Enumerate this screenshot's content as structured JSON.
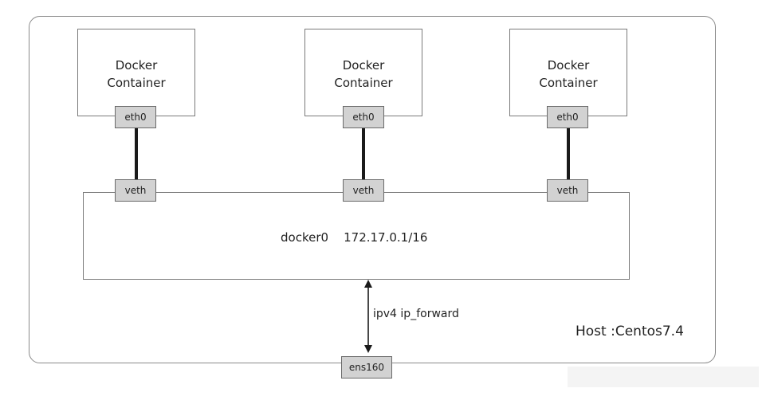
{
  "diagram": {
    "containers": [
      {
        "title": "Docker\nContainer",
        "port": "eth0",
        "veth": "veth"
      },
      {
        "title": "Docker\nContainer",
        "port": "eth0",
        "veth": "veth"
      },
      {
        "title": "Docker\nContainer",
        "port": "eth0",
        "veth": "veth"
      }
    ],
    "bridge": {
      "label": "docker0    172.17.0.1/16"
    },
    "forward": {
      "label": "ipv4 ip_forward"
    },
    "host": {
      "label": "Host :Centos7.4"
    },
    "uplink": {
      "label": "ens160"
    }
  }
}
